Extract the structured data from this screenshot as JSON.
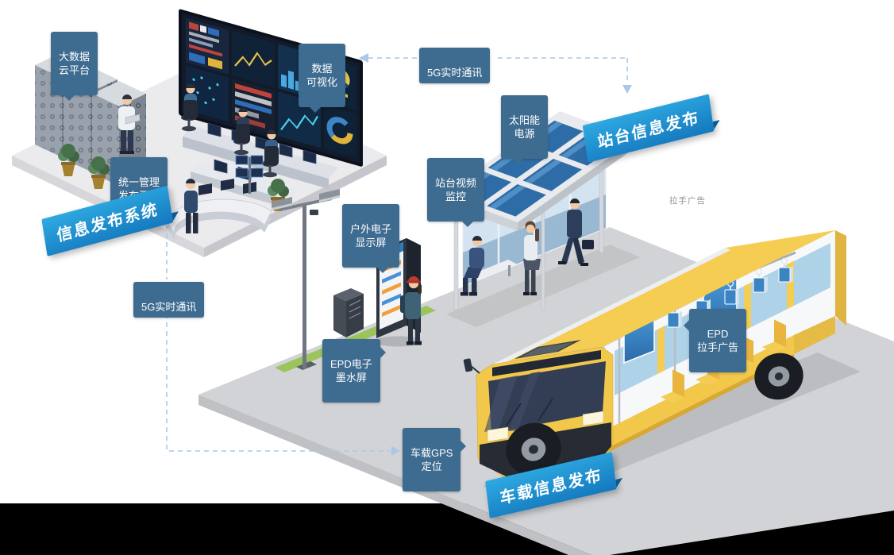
{
  "diagram": {
    "tags": {
      "cloud": "大数据\n云平台",
      "dataviz": "数据\n可视化",
      "unified": "统一管理\n发布平台",
      "g5_left": "5G实时通讯",
      "g5_top": "5G实时通讯",
      "solar": "太阳能\n电源",
      "cctv": "站台视频\n监控",
      "outdoor_display": "户外电子\n显示屏",
      "epd_eink": "EPD电子\n墨水屏",
      "epd_handle": "EPD\n拉手广告",
      "gps": "车载GPS\n定位"
    },
    "ribbons": {
      "system": "信息发布系统",
      "station": "站台信息发布",
      "vehicle": "车载信息发布"
    },
    "captions": {
      "handle_ad": "拉手广告"
    },
    "colors": {
      "tag-bg": "#3e6b90",
      "ribbon-light": "#2eaae2",
      "ribbon-dark": "#1478be",
      "ribbon-fold": "#0a5a92",
      "dash": "#a9c9e6",
      "bus-yellow": "#f2c84b",
      "ground": "#d2d3d6",
      "solar-blue": "#2e6ca8",
      "screen-blue": "#2f7fc1",
      "accent-green": "#9bc45c"
    }
  }
}
